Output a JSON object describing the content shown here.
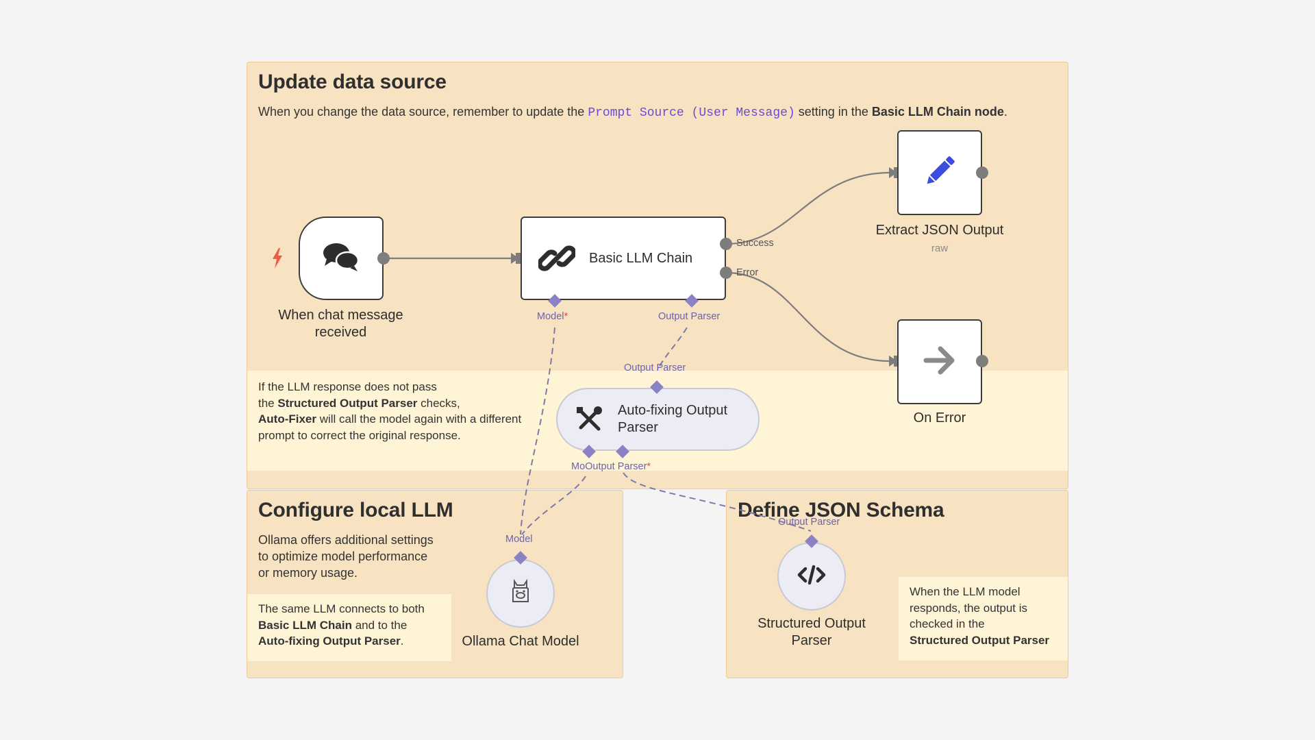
{
  "stickies": {
    "update": {
      "title": "Update data source",
      "text_before": "When you change the data source, remember to update the ",
      "code": "Prompt Source (User Message)",
      "text_middle": " setting in the ",
      "text_bold": "Basic LLM Chain node",
      "text_after": "."
    },
    "autofixer_note": {
      "line1": "If the LLM response does not pass",
      "line2_pre": "the ",
      "line2_bold": "Structured Output Parser",
      "line2_post": " checks,",
      "line3_bold": "Auto-Fixer",
      "line3_post": " will call the model again with a different",
      "line4": "prompt to correct the original response."
    },
    "local_llm": {
      "title": "Configure local LLM",
      "line1": "Ollama offers additional settings",
      "line2": "to optimize model performance",
      "line3": "or memory usage.",
      "inner_line1": "The same LLM connects to both",
      "inner_bold1": "Basic LLM Chain",
      "inner_mid": " and to the",
      "inner_bold2": "Auto-fixing Output Parser",
      "inner_end": "."
    },
    "json_schema": {
      "title": "Define JSON Schema",
      "inner_line1": "When the LLM model",
      "inner_line2": "responds, the output is",
      "inner_line3": "checked in the",
      "inner_bold": "Structured Output Parser"
    }
  },
  "nodes": {
    "trigger": {
      "label_line1": "When chat message",
      "label_line2": "received",
      "icon": "chat-bubbles-icon",
      "trigger_icon": "lightning-bolt-icon"
    },
    "llm_chain": {
      "label": "Basic LLM Chain",
      "icon": "chain-link-icon"
    },
    "extract_json": {
      "label": "Extract JSON Output",
      "sublabel": "raw",
      "icon": "pencil-icon"
    },
    "on_error": {
      "label": "On Error",
      "icon": "arrow-right-icon"
    },
    "autofixing": {
      "label_line1": "Auto-fixing Output",
      "label_line2": "Parser",
      "icon": "tools-icon"
    },
    "ollama": {
      "label": "Ollama Chat Model",
      "icon": "llama-icon"
    },
    "structured": {
      "label_line1": "Structured Output",
      "label_line2": "Parser",
      "icon": "code-icon"
    }
  },
  "ports": {
    "chain_model": "Model",
    "chain_model_required": "*",
    "chain_output_parser": "Output Parser",
    "autofix_input": "Output Parser",
    "autofix_model": "Mo",
    "autofix_output_parser": "Output Parser",
    "autofix_required": "*",
    "ollama_model": "Model",
    "structured_output": "Output Parser"
  },
  "edges": {
    "success": "Success",
    "error": "Error"
  },
  "colors": {
    "sticky_bg": "#f7e2c2",
    "sticky_border": "#f0c998",
    "inner_note_bg": "#fff4d6",
    "pencil": "#3b4cdf",
    "trigger_bolt": "#ef5a44",
    "diamond": "#8a82c4",
    "port_label": "#6b64ad"
  }
}
